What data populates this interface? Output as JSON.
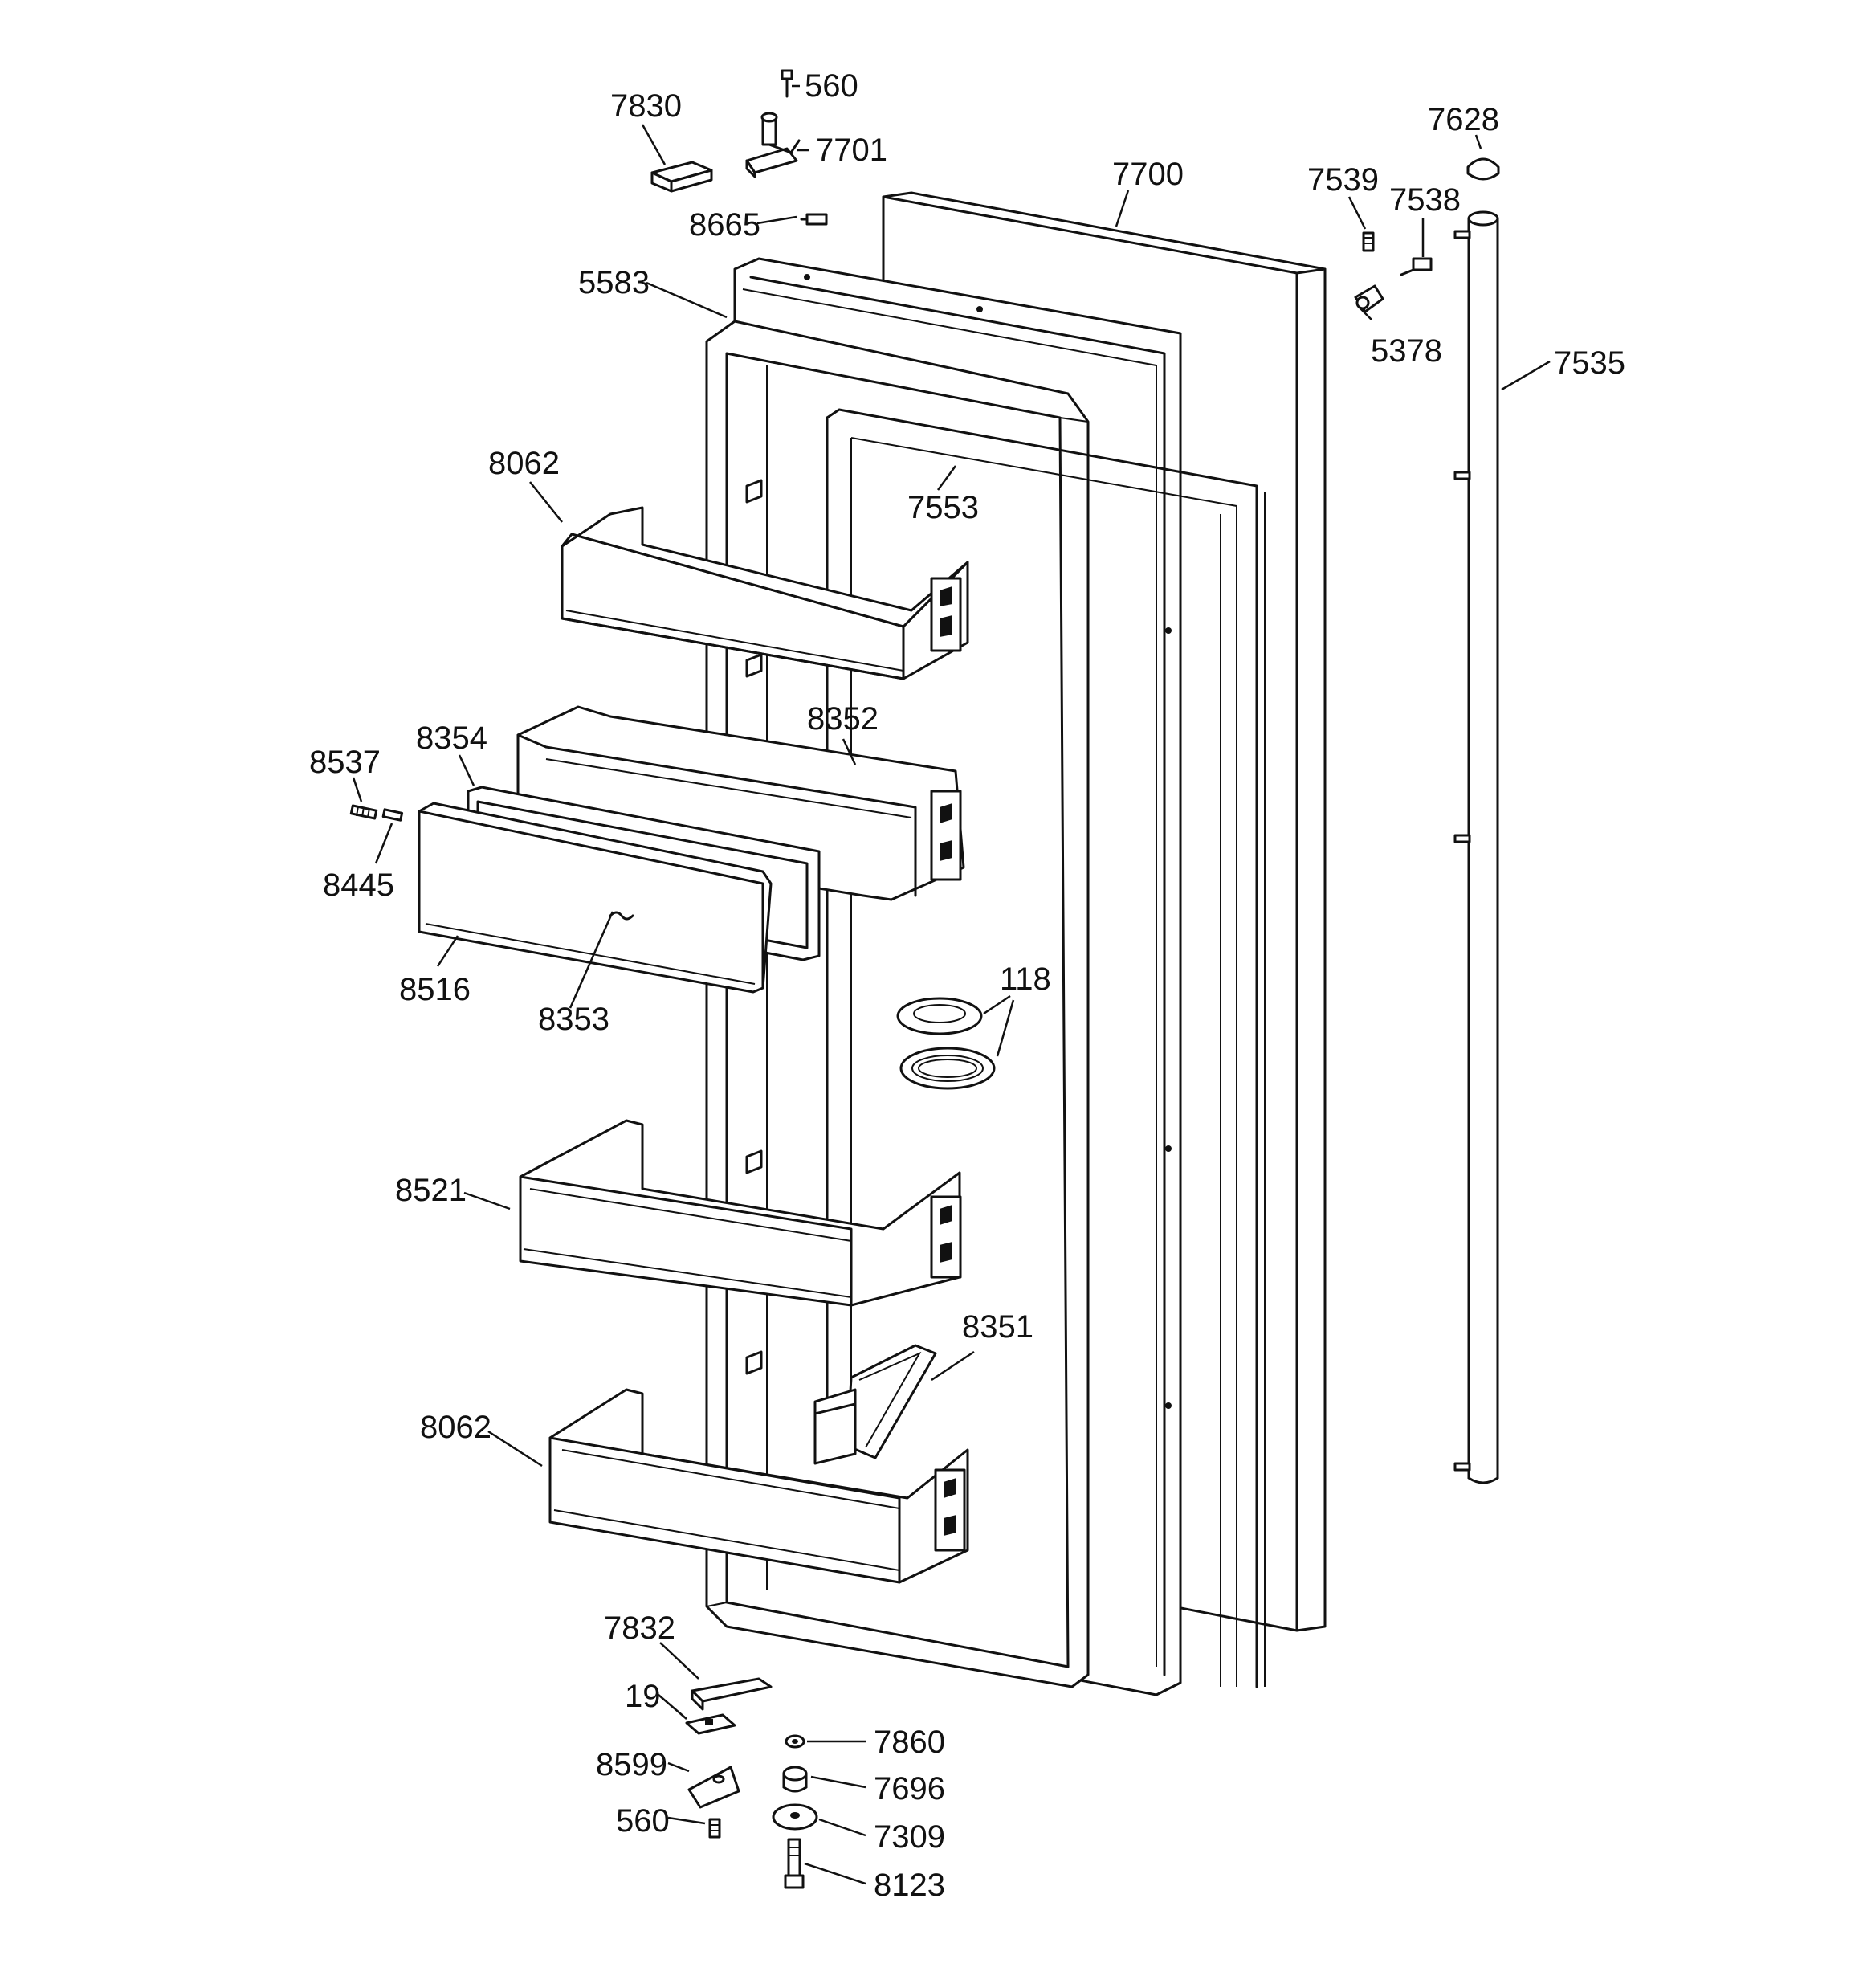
{
  "diagram": {
    "type": "exploded parts diagram",
    "colors": {
      "line": "#111111",
      "background": "#ffffff"
    },
    "labels": [
      {
        "id": "l560top",
        "text": "560"
      },
      {
        "id": "l7830",
        "text": "7830"
      },
      {
        "id": "l7701",
        "text": "7701"
      },
      {
        "id": "l8665",
        "text": "8665"
      },
      {
        "id": "l7700",
        "text": "7700"
      },
      {
        "id": "l7628",
        "text": "7628"
      },
      {
        "id": "l7539",
        "text": "7539"
      },
      {
        "id": "l7538",
        "text": "7538"
      },
      {
        "id": "l5583",
        "text": "5583"
      },
      {
        "id": "l5378",
        "text": "5378"
      },
      {
        "id": "l7535",
        "text": "7535"
      },
      {
        "id": "l8062top",
        "text": "8062"
      },
      {
        "id": "l7553",
        "text": "7553"
      },
      {
        "id": "l8354",
        "text": "8354"
      },
      {
        "id": "l8352",
        "text": "8352"
      },
      {
        "id": "l8537",
        "text": "8537"
      },
      {
        "id": "l8445",
        "text": "8445"
      },
      {
        "id": "l8516",
        "text": "8516"
      },
      {
        "id": "l8353",
        "text": "8353"
      },
      {
        "id": "l118",
        "text": "118"
      },
      {
        "id": "l8521",
        "text": "8521"
      },
      {
        "id": "l8351",
        "text": "8351"
      },
      {
        "id": "l8062bot",
        "text": "8062"
      },
      {
        "id": "l7832",
        "text": "7832"
      },
      {
        "id": "l19",
        "text": "19"
      },
      {
        "id": "l8599",
        "text": "8599"
      },
      {
        "id": "l560bot",
        "text": "560"
      },
      {
        "id": "l7860",
        "text": "7860"
      },
      {
        "id": "l7696",
        "text": "7696"
      },
      {
        "id": "l7309",
        "text": "7309"
      },
      {
        "id": "l8123",
        "text": "8123"
      }
    ]
  }
}
